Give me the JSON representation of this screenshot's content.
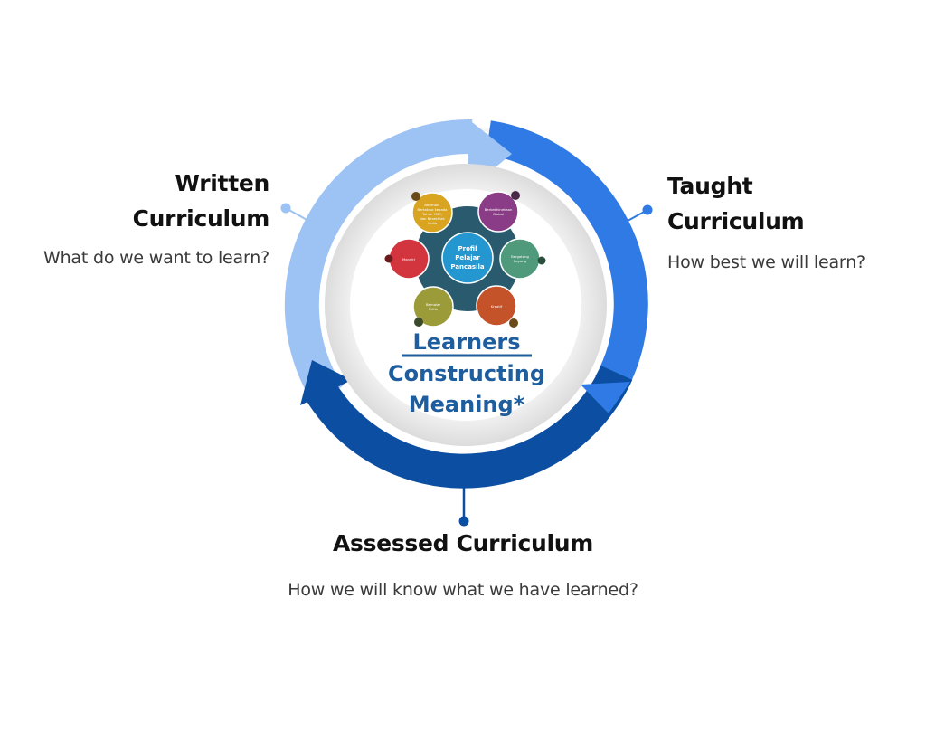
{
  "colors": {
    "light_blue": "#9cc3f4",
    "mid_blue": "#2f7ae5",
    "dark_blue": "#0b4ea2",
    "navy_text": "#1e5e9e",
    "hub_bg": "#2a5a6e",
    "hub_center": "#2497d1"
  },
  "written": {
    "title_line1": "Written",
    "title_line2": "Curriculum",
    "question": "What do we want to learn?"
  },
  "taught": {
    "title_line1": "Taught",
    "title_line2": "Curriculum",
    "question": "How best we will learn?"
  },
  "assessed": {
    "title": "Assessed Curriculum",
    "question": "How we will know what we have learned?"
  },
  "center": {
    "line1": "Learners",
    "line2": "Constructing",
    "line3": "Meaning*"
  },
  "profile": {
    "hub_line1": "Profil",
    "hub_line2": "Pelajar",
    "hub_line3": "Pancasila",
    "petals": [
      {
        "id": "beriman",
        "lines": [
          "Beriman,",
          "Bertakwa kepada",
          "Tuhan YME,",
          "dan Berakhlak",
          "Mulia"
        ],
        "color": "#d9a521"
      },
      {
        "id": "kebhinekaan",
        "lines": [
          "Berkebhinekaan",
          "Global"
        ],
        "color": "#8a3c86"
      },
      {
        "id": "gotong",
        "lines": [
          "Bergotong",
          "Royong"
        ],
        "color": "#4f9a7b"
      },
      {
        "id": "kreatif",
        "lines": [
          "Kreatif"
        ],
        "color": "#c5532a"
      },
      {
        "id": "kritis",
        "lines": [
          "Bernalar",
          "Kritis"
        ],
        "color": "#9c9b3a"
      },
      {
        "id": "mandiri",
        "lines": [
          "Mandiri"
        ],
        "color": "#d2353d"
      }
    ]
  }
}
